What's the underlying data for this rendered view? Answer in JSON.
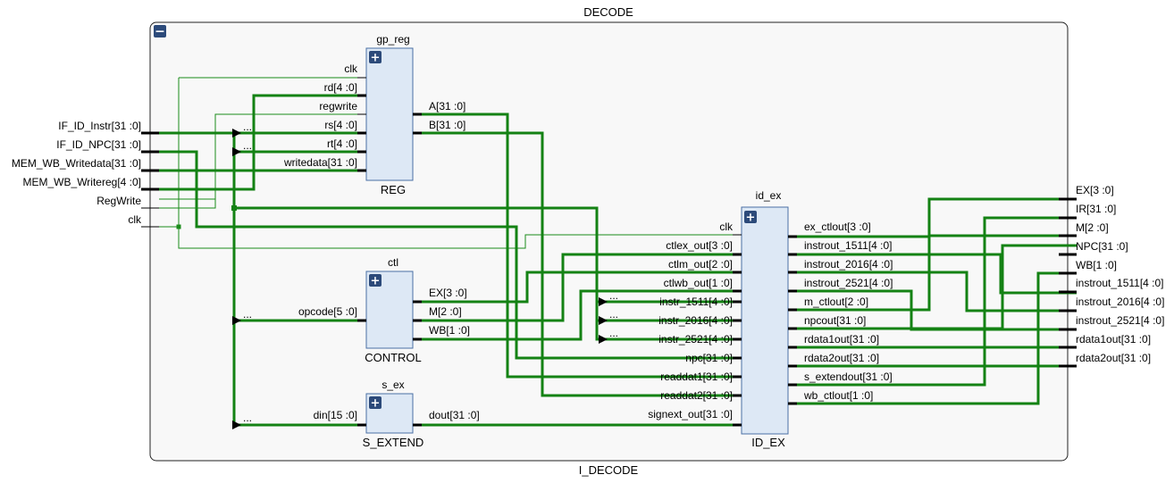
{
  "diagram": {
    "top_title": "DECODE",
    "bottom_title": "I_DECODE",
    "collapse_glyph": "−",
    "expand_glyph": "+",
    "ellipsis": "...",
    "inputs": [
      "IF_ID_Instr[31 :0]",
      "IF_ID_NPC[31 :0]",
      "MEM_WB_Writedata[31 :0]",
      "MEM_WB_Writereg[4 :0]",
      "RegWrite",
      "clk"
    ],
    "outputs": [
      "EX[3 :0]",
      "IR[31 :0]",
      "M[2 :0]",
      "NPC[31 :0]",
      "WB[1 :0]",
      "instrout_1511[4 :0]",
      "instrout_2016[4 :0]",
      "instrout_2521[4 :0]",
      "rdata1out[31 :0]",
      "rdata2out[31 :0]"
    ],
    "gp_reg": {
      "instance": "gp_reg",
      "module": "REG",
      "inputs": [
        "clk",
        "rd[4 :0]",
        "regwrite",
        "rs[4 :0]",
        "rt[4 :0]",
        "writedata[31 :0]"
      ],
      "outputs": [
        "A[31 :0]",
        "B[31 :0]"
      ]
    },
    "ctl": {
      "instance": "ctl",
      "module": "CONTROL",
      "inputs": [
        "opcode[5 :0]"
      ],
      "outputs": [
        "EX[3 :0]",
        "M[2 :0]",
        "WB[1 :0]"
      ]
    },
    "s_ex": {
      "instance": "s_ex",
      "module": "S_EXTEND",
      "inputs": [
        "din[15 :0]"
      ],
      "outputs": [
        "dout[31 :0]"
      ]
    },
    "id_ex": {
      "instance": "id_ex",
      "module": "ID_EX",
      "inputs": [
        "clk",
        "ctlex_out[3 :0]",
        "ctlm_out[2 :0]",
        "ctlwb_out[1 :0]",
        "instr_1511[4 :0]",
        "instr_2016[4 :0]",
        "instr_2521[4 :0]",
        "npc[31 :0]",
        "readdat1[31 :0]",
        "readdat2[31 :0]",
        "signext_out[31 :0]"
      ],
      "outputs": [
        "ex_ctlout[3 :0]",
        "instrout_1511[4 :0]",
        "instrout_2016[4 :0]",
        "instrout_2521[4 :0]",
        "m_ctlout[2 :0]",
        "npcout[31 :0]",
        "rdata1out[31 :0]",
        "rdata2out[31 :0]",
        "s_extendout[31 :0]",
        "wb_ctlout[1 :0]"
      ]
    }
  }
}
